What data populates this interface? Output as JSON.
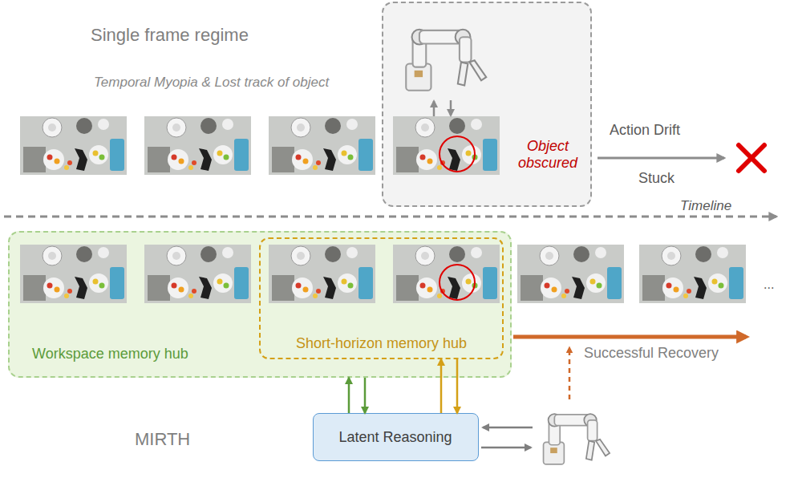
{
  "diagram": {
    "nodes": [
      {
        "text": [
          "Object obscured"
        ]
      },
      {
        "text": [
          "Workspace memory hub"
        ]
      },
      {
        "text": [
          "Short-horizon memory hub"
        ],
        "in": 1
      },
      {
        "text": [
          "Latent Reasoning"
        ]
      }
    ],
    "edges": [
      {
        "from": 3,
        "to": 1,
        "arrow": "to"
      },
      {
        "from": 1,
        "to": 3,
        "arrow": "to"
      },
      {
        "from": 3,
        "to": 2,
        "arrow": "to"
      },
      {
        "from": 2,
        "to": 3,
        "arrow": "to"
      }
    ],
    "labels": [
      "Single frame regime",
      "Temporal Myopia & Lost track of object",
      "Action Drift",
      "Stuck",
      "Timeline",
      "Successful Recovery",
      "MIRTH",
      "..."
    ]
  }
}
